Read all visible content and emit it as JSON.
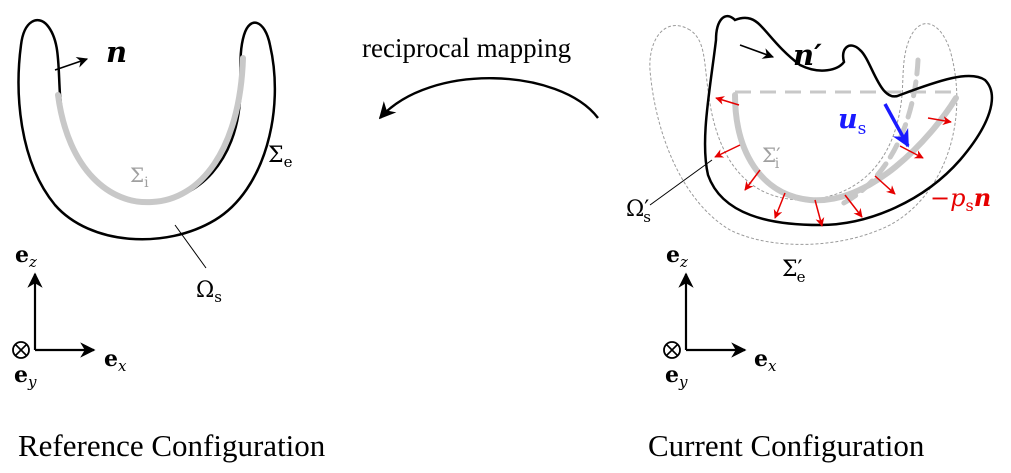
{
  "labels": {
    "mapping": "reciprocal mapping",
    "ref_normal": "n",
    "cur_normal": "n′",
    "sigma_e": "Σ",
    "sigma_e_sub": "e",
    "sigma_i": "Σ",
    "sigma_i_sub": "i",
    "omega_s": "Ω",
    "omega_s_sub": "s",
    "sigma_i_prime": "Σ′",
    "sigma_i_prime_sub": "i",
    "omega_s_prime": "Ω′",
    "omega_s_prime_sub": "s",
    "sigma_e_prime": "Σ′",
    "sigma_e_prime_sub": "e",
    "displacement": "u",
    "displacement_sub": "s",
    "pressure_minus": "−p",
    "pressure_sub": "s",
    "pressure_n": "n",
    "axis_e": "e",
    "axis_z_sub": "z",
    "axis_x_sub": "x",
    "axis_y_sub": "y"
  },
  "captions": {
    "reference": "Reference Configuration",
    "current": "Current Configuration"
  },
  "colors": {
    "outline": "#000000",
    "inner_surface": "#c8c8c8",
    "dashed_reference": "#9a9a9a",
    "displacement": "#1a1aff",
    "traction": "#e60000"
  }
}
